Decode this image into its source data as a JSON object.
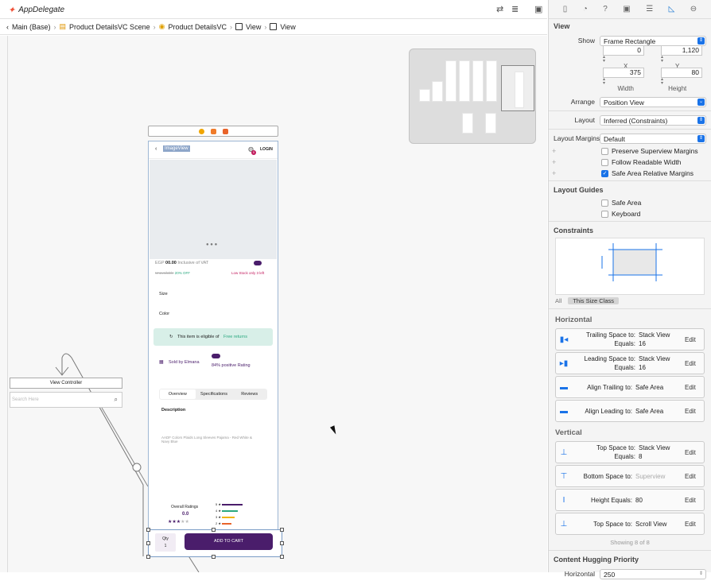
{
  "window": {
    "title": "AppDelegate"
  },
  "breadcrumb": [
    "Main (Base)",
    "Product DetailsVC Scene",
    "Product DetailsVC",
    "View",
    "View"
  ],
  "phone": {
    "header_label": "ImageView",
    "login": "LOGIN",
    "cart_badge": "0",
    "price_currency": "EGP",
    "price": "00.00",
    "price_note": "Inclusive of VAT",
    "old_price": "Unavailable",
    "discount": "20% OFF",
    "stock": "Low Stock only 3 left",
    "size": "Size",
    "color": "Color",
    "eligible": "This item is eligible of",
    "free_returns": "Free returns",
    "sold_by": "Sold by Elmana",
    "positive": "84% positive Rating",
    "tabs": [
      "Overview",
      "Specifications",
      "Reviews"
    ],
    "description_title": "Description",
    "description_text": "AADF Colors Plaids Long Sleeves Pajama - Red White & Navy Blue",
    "overall": "Overall Ratings",
    "rating": "0.0",
    "qty_label": "Qty",
    "qty_value": "1",
    "add_to_cart": "ADD TO CART"
  },
  "canvas": {
    "view_controller": "View Controller",
    "search_placeholder": "Search Here"
  },
  "inspector": {
    "title": "View",
    "show_label": "Show",
    "show_value": "Frame Rectangle",
    "x": "0",
    "y": "1,120",
    "x_label": "X",
    "y_label": "Y",
    "width": "375",
    "height": "80",
    "width_label": "Width",
    "height_label": "Height",
    "arrange_label": "Arrange",
    "arrange_value": "Position View",
    "layout_label": "Layout",
    "layout_value": "Inferred (Constraints)",
    "margins_label": "Layout Margins",
    "margins_value": "Default",
    "checks": [
      "Preserve Superview Margins",
      "Follow Readable Width",
      "Safe Area Relative Margins"
    ],
    "guides_title": "Layout Guides",
    "guides": [
      "Safe Area",
      "Keyboard"
    ],
    "constraints_title": "Constraints",
    "seg_all": "All",
    "seg_size": "This Size Class",
    "horizontal": "Horizontal",
    "vertical": "Vertical",
    "h_constraints": [
      {
        "title": "Trailing Space to:",
        "target": "Stack View",
        "eq": "Equals:",
        "val": "16"
      },
      {
        "title": "Leading Space to:",
        "target": "Stack View",
        "eq": "Equals:",
        "val": "16"
      },
      {
        "title": "Align Trailing to:",
        "target": "Safe Area",
        "eq": "",
        "val": ""
      },
      {
        "title": "Align Leading to:",
        "target": "Safe Area",
        "eq": "",
        "val": ""
      }
    ],
    "v_constraints": [
      {
        "title": "Top Space to:",
        "target": "Stack View",
        "eq": "Equals:",
        "val": "8"
      },
      {
        "title": "Bottom Space to:",
        "target": "Superview",
        "eq": "",
        "val": ""
      },
      {
        "title": "Height Equals:",
        "target": "80",
        "eq": "",
        "val": ""
      },
      {
        "title": "Top Space to:",
        "target": "Scroll View",
        "eq": "",
        "val": ""
      }
    ],
    "edit": "Edit",
    "showing": "Showing 8 of 8",
    "hugging_title": "Content Hugging Priority",
    "hugging_h_label": "Horizontal",
    "hugging_h_value": "250"
  }
}
